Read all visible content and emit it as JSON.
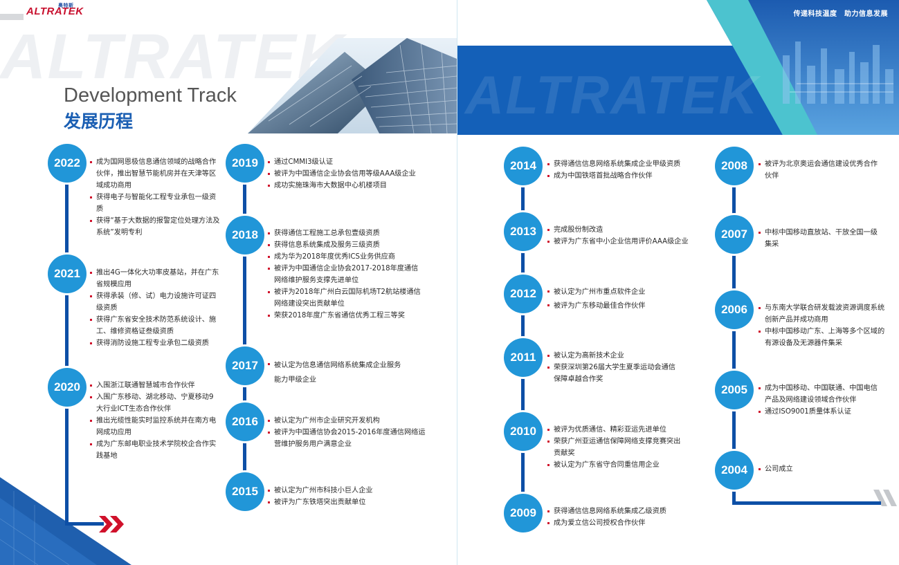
{
  "brand": {
    "logo_text": "ALTRATEK",
    "logo_cn": "奥特斯",
    "watermark": "ALTRATEK"
  },
  "header": {
    "title_en": "Development Track",
    "title_cn": "发展历程",
    "slogan": "传递科技温度　助力信息发展"
  },
  "timeline": {
    "y2022": {
      "year": "2022",
      "items": [
        "成为国网恩极信息通信领域的战略合作伙伴，推出智慧节能机房并在天津等区域成功商用",
        "获得电子与智能化工程专业承包一级资质",
        "获得“基于大数据的报警定位处理方法及系统”发明专利"
      ]
    },
    "y2021": {
      "year": "2021",
      "items": [
        "推出4G一体化大功率皮基站，并在广东省规模应用",
        "获得承装（修、试）电力设施许可证四级资质",
        "获得广东省安全技术防范系统设计、施工、维修资格证叁级资质",
        "获得消防设施工程专业承包二级资质"
      ]
    },
    "y2020": {
      "year": "2020",
      "items": [
        "入围浙江联通智慧城市合作伙伴",
        "入围广东移动、湖北移动、宁夏移动9大行业ICT生态合作伙伴",
        "推出光缆性能实时监控系统并在南方电网成功应用",
        "成为广东邮电职业技术学院校企合作实践基地"
      ]
    },
    "y2019": {
      "year": "2019",
      "items": [
        "通过CMMI3级认证",
        "被评为中国通信企业协会信用等级AAA级企业",
        "成功实施珠海市大数据中心机楼项目"
      ]
    },
    "y2018": {
      "year": "2018",
      "items": [
        "获得通信工程施工总承包壹级资质",
        "获得信息系统集成及服务三级资质",
        "成为华为2018年度优秀ICS业务供应商",
        "被评为中国通信企业协会2017-2018年度通信网络维护服务支撑先进单位",
        "被评为2018年广州白云国际机场T2航站楼通信网络建设突出贡献单位",
        "荣获2018年度广东省通信优秀工程三等奖"
      ]
    },
    "y2017": {
      "year": "2017",
      "items": [
        "被认定为信息通信网络系统集成企业服务能力甲级企业"
      ]
    },
    "y2016": {
      "year": "2016",
      "items": [
        "被认定为广州市企业研究开发机构",
        "被评为中国通信协会2015-2016年度通信网络运营维护服务用户满意企业"
      ]
    },
    "y2015": {
      "year": "2015",
      "items": [
        "被认定为广州市科技小巨人企业",
        "被评为广东铁塔突出贡献单位"
      ]
    },
    "y2014": {
      "year": "2014",
      "items": [
        "获得通信信息网络系统集成企业甲级资质",
        "成为中国铁塔首批战略合作伙伴"
      ]
    },
    "y2013": {
      "year": "2013",
      "items": [
        "完成股份制改造",
        "被评为广东省中小企业信用评价AAA级企业"
      ]
    },
    "y2012": {
      "year": "2012",
      "items": [
        "被认定为广州市重点软件企业",
        "被评为广东移动最佳合作伙伴"
      ]
    },
    "y2011": {
      "year": "2011",
      "items": [
        "被认定为高新技术企业",
        "荣获深圳第26届大学生夏季运动会通信保障卓越合作奖"
      ]
    },
    "y2010": {
      "year": "2010",
      "items": [
        "被评为优质通信、精彩亚运先进单位",
        "荣获广州亚运通信保障网络支撑竞赛突出贡献奖",
        "被认定为广东省守合同重信用企业"
      ]
    },
    "y2009": {
      "year": "2009",
      "items": [
        "获得通信信息网络系统集成乙级资质",
        "成为爱立信公司授权合作伙伴"
      ]
    },
    "y2008": {
      "year": "2008",
      "items": [
        "被评为北京奥运会通信建设优秀合作伙伴"
      ]
    },
    "y2007": {
      "year": "2007",
      "items": [
        "中标中国移动直放站、干放全国一级集采"
      ]
    },
    "y2006": {
      "year": "2006",
      "items": [
        "与东南大学联合研发载波资源调度系统创新产品并成功商用",
        "中标中国移动广东、上海等多个区域的有源设备及无源器件集采"
      ]
    },
    "y2005": {
      "year": "2005",
      "items": [
        "成为中国移动、中国联通、中国电信产品及网络建设领域合作伙伴",
        "通过ISO9001质量体系认证"
      ]
    },
    "y2004": {
      "year": "2004",
      "items": [
        "公司成立"
      ]
    }
  },
  "colors": {
    "brand_blue": "#0d4fa6",
    "node_blue": "#2196d8",
    "accent_red": "#d0112b",
    "teal": "#4cc3cf"
  },
  "icons": {
    "arrow": "double-chevron-right-icon"
  }
}
